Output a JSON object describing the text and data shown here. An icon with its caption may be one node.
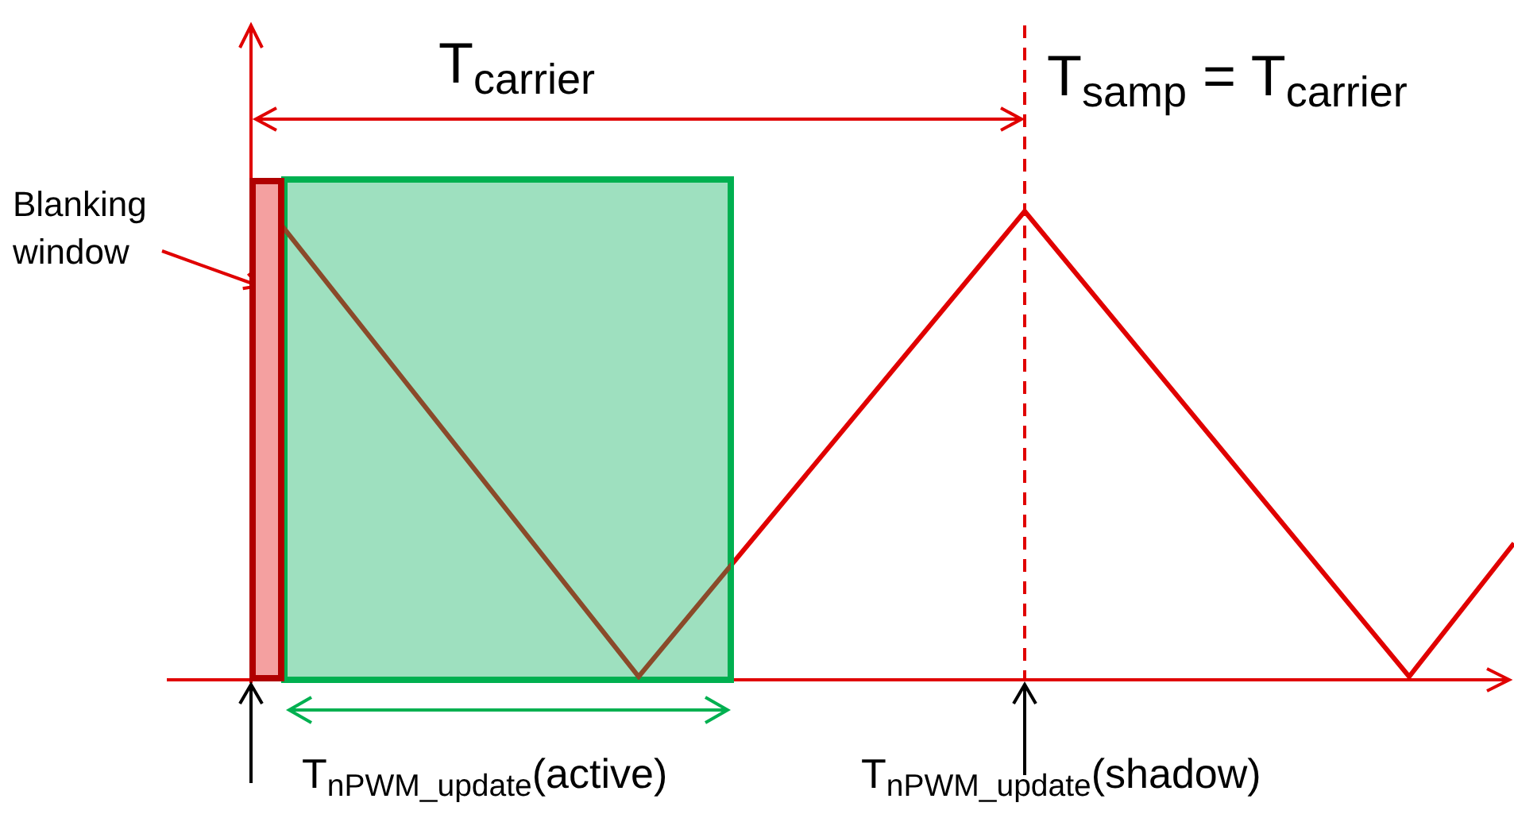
{
  "diagram": {
    "nodes": [
      {
        "text": [
          "Blanking window"
        ]
      },
      {
        "text": [],
        "shape": "box"
      }
    ],
    "edges": [
      {
        "from": 0,
        "to": 1,
        "arrow": "to"
      }
    ],
    "labels": [
      "T$_{carrier}$",
      "T$_{samp}$ = T$_{carrier}$",
      "T$_{nPWM_update}$(active)",
      "T$_{nPWM_update}$(shadow)"
    ]
  }
}
